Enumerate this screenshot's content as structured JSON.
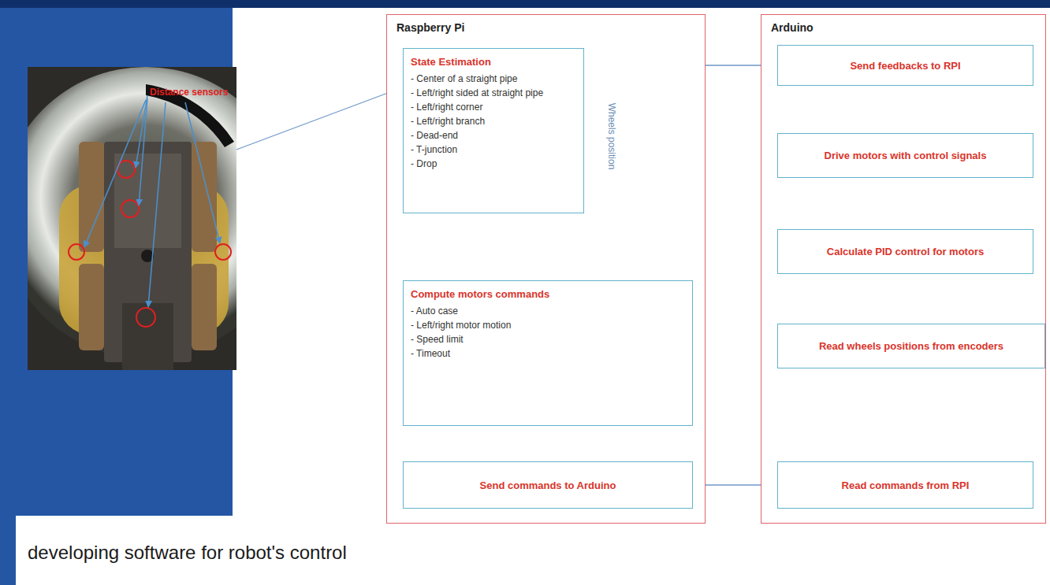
{
  "diagram": {
    "caption": "developing software for robot's control",
    "nodes": [
      {
        "text": [
          "Raspberry Pi"
        ]
      },
      {
        "text": [
          "State Estimation",
          "- Center of a straight pipe",
          "- Left/right sided at straight pipe",
          "- Left/right corner",
          "- Left/right branch",
          "- Dead-end",
          "- T-junction",
          "- Drop"
        ],
        "in": 0
      },
      {
        "text": [
          "Compute motors commands",
          "- Auto case",
          "- Left/right motor motion",
          "- Speed limit",
          "- Timeout"
        ],
        "in": 0
      },
      {
        "text": [
          "Send commands to Arduino"
        ],
        "in": 0
      },
      {
        "text": [
          "Arduino"
        ]
      },
      {
        "text": [
          "Send feedbacks to RPI"
        ],
        "in": 4
      },
      {
        "text": [
          "Drive motors with control signals"
        ],
        "in": 4
      },
      {
        "text": [
          "Calculate PID control for motors"
        ],
        "in": 4
      },
      {
        "text": [
          "Read wheels positions from encoders"
        ],
        "in": 4
      },
      {
        "text": [
          "Read commands from RPI"
        ],
        "in": 4
      }
    ],
    "edges": [
      {
        "from": 1,
        "to": 2,
        "arrow": "to"
      },
      {
        "from": 5,
        "to": 2,
        "label": "Wheels position",
        "arrow": "to"
      },
      {
        "from": 2,
        "to": 3,
        "arrow": "to"
      },
      {
        "from": 3,
        "to": 9,
        "arrow": "to"
      },
      {
        "from": 9,
        "to": 8,
        "arrow": "to"
      },
      {
        "from": 8,
        "to": 7,
        "arrow": "to"
      },
      {
        "from": 7,
        "to": 6,
        "arrow": "to"
      },
      {
        "from": 6,
        "to": 5,
        "arrow": "to"
      }
    ],
    "labels": [
      "Distance sensors"
    ]
  }
}
